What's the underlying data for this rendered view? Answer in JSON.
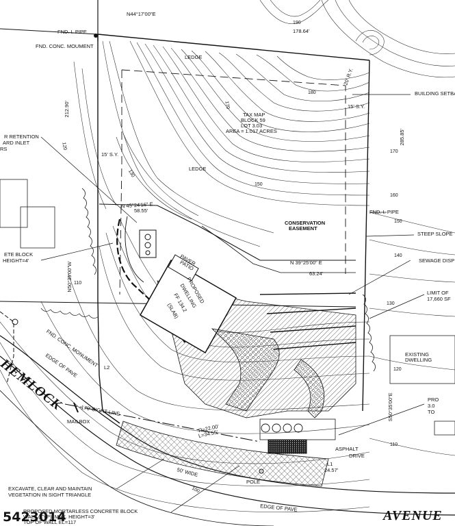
{
  "labels": {
    "bearing_top": "N44°17'00\"E",
    "fnd_pipe_top": "FND. I. PIPE",
    "fnd_conc_monument": "FND. CONC. MOUMENT",
    "dim_178": "178.64'",
    "ledge_top": "LEDGE",
    "setback_20": "20' R.Y.",
    "building_setback": "BUILDING SETBA",
    "sy_15_right": "15' S.Y.",
    "dim_212": "212.90'",
    "taxmap_1": "TAX MAP",
    "taxmap_2": "BLOCK 59",
    "taxmap_3": "LOT 3.03",
    "taxmap_4": "AREA = 1.017 ACRES",
    "retention_1": "R RETENTION",
    "retention_2": "ARD INLET",
    "retention_3": "RS",
    "sy_15_left": "15' S.Y.",
    "ledge_mid": "LEDGE",
    "dim_285": "285.85'",
    "fnd_pipe_right": "FND. I. PIPE",
    "bearing_mid": "N 45°24'16\" E",
    "dim_58": "58.55'",
    "cons_1": "CONSERVATION",
    "cons_2": "EASEMENT",
    "steep_slope": "STEEP SLOPE",
    "block_1": "ETE BLOCK",
    "block_2": "HEIGHT=4'",
    "bearing_low": "N 39°25'00\" E",
    "dim_63": "63.24'",
    "sewage": "SEWAGE DISP",
    "patio_1": "PAVER",
    "patio_2": "PATIO",
    "dwell_1": "PROPOSED",
    "dwell_2": "DWELLING",
    "dwell_3": "FF 134.2",
    "dwell_4": "(SLAB)",
    "limit_1": "LIMIT OF",
    "limit_2": "17,660 SF",
    "bearing_left": "N50°35'00\"W",
    "exist_1": "EXISTING",
    "exist_2": "DWELLING",
    "fnd_monument": "FND. CONC. MONUMENT",
    "edge_pave_left": "EDGE OF PAVE",
    "street_hemlock": "HEMLOCK",
    "sight_line": "170' SIGHT LINE",
    "proposed_1": "PRO",
    "proposed_2": "3.0",
    "proposed_3": "TO",
    "dim_L2": "L2",
    "r_val": "R=22.00'",
    "l_val": "L=34.55'",
    "asphalt": "ASPHALT",
    "drive": "DRIVE",
    "l1": "L1",
    "dim_24": "24.57'",
    "mailbox": "MAILBOX",
    "wide_50": "50' WIDE",
    "pole": "POLE",
    "excavate_1": "EXCAVATE, CLEAR AND MAINTAIN",
    "excavate_2": "VEGETATION IN SIGHT TRIANGLE",
    "wall_1": "PROPOSED MORTARLESS CONCRETE BLOCK",
    "wall_2": "WALL (TYP). MAX. HEIGHT=3'",
    "wall_3": "TOP OF WALL EL=117",
    "edge_pave_bottom": "EDGE OF PAVE",
    "street_avenue": "AVENUE",
    "bearing_right": "S50°35'00\"E",
    "watermark": "5423014"
  },
  "contour_labels": [
    "190",
    "180",
    "170",
    "170",
    "160",
    "150",
    "150",
    "140",
    "130",
    "130",
    "120",
    "120",
    "110",
    "110",
    "100"
  ]
}
